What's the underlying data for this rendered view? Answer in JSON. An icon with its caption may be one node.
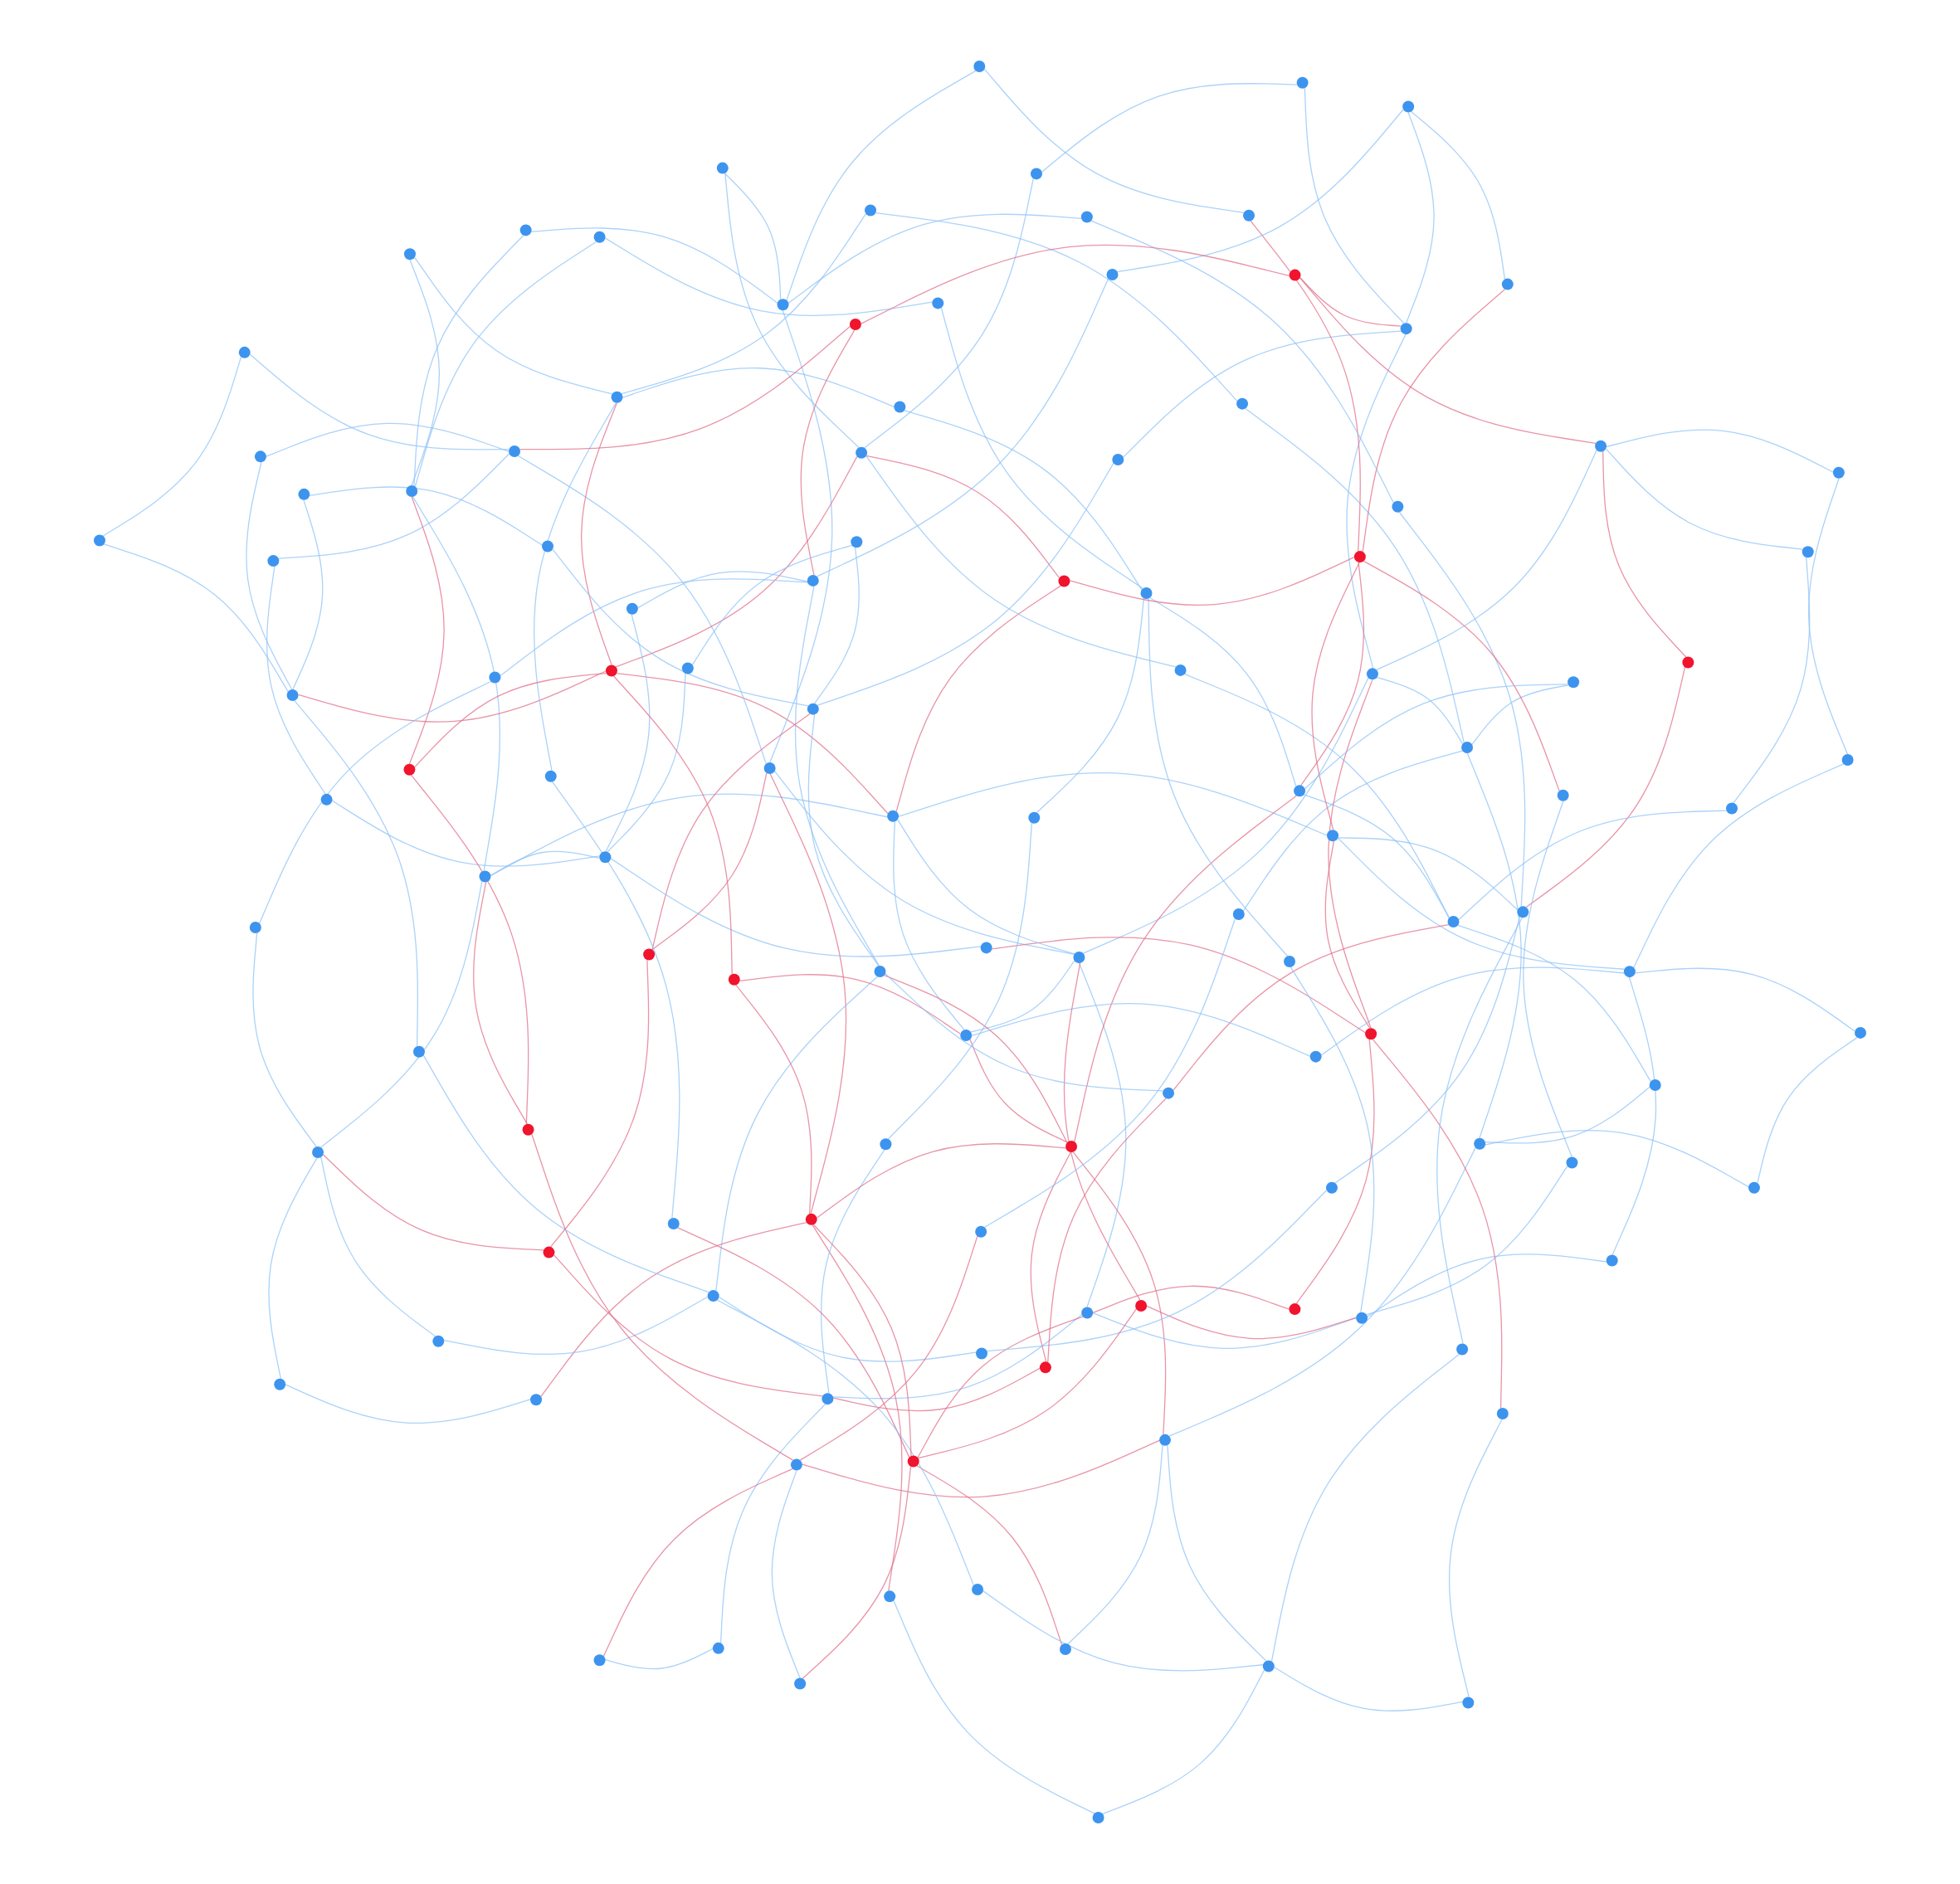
{
  "diagram": {
    "nodes": [
      {
        "text": [],
        "shape": "circle"
      },
      {
        "text": [],
        "shape": "circle"
      },
      {
        "text": [],
        "shape": "circle"
      },
      {
        "text": [],
        "shape": "circle"
      },
      {
        "text": [],
        "shape": "circle"
      },
      {
        "text": [],
        "shape": "circle"
      },
      {
        "text": [],
        "shape": "circle"
      },
      {
        "text": [],
        "shape": "circle"
      },
      {
        "text": [],
        "shape": "circle"
      },
      {
        "text": [],
        "shape": "circle"
      },
      {
        "text": [],
        "shape": "circle"
      },
      {
        "text": [],
        "shape": "circle"
      },
      {
        "text": [],
        "shape": "circle"
      },
      {
        "text": [],
        "shape": "circle"
      },
      {
        "text": [],
        "shape": "circle"
      },
      {
        "text": [],
        "shape": "circle"
      },
      {
        "text": [],
        "shape": "circle"
      },
      {
        "text": [],
        "shape": "circle"
      },
      {
        "text": [],
        "shape": "circle"
      },
      {
        "text": [],
        "shape": "circle"
      },
      {
        "text": [],
        "shape": "circle"
      },
      {
        "text": [],
        "shape": "circle"
      },
      {
        "text": [],
        "shape": "circle"
      },
      {
        "text": [],
        "shape": "circle"
      },
      {
        "text": [],
        "shape": "circle"
      },
      {
        "text": [],
        "shape": "circle"
      },
      {
        "text": [],
        "shape": "circle"
      },
      {
        "text": [],
        "shape": "circle"
      },
      {
        "text": [],
        "shape": "circle"
      },
      {
        "text": [],
        "shape": "circle"
      },
      {
        "text": [],
        "shape": "circle"
      },
      {
        "text": [],
        "shape": "circle"
      },
      {
        "text": [],
        "shape": "circle"
      },
      {
        "text": [],
        "shape": "circle"
      },
      {
        "text": [],
        "shape": "circle"
      },
      {
        "text": [],
        "shape": "circle"
      },
      {
        "text": [],
        "shape": "circle"
      },
      {
        "text": [],
        "shape": "circle"
      },
      {
        "text": [],
        "shape": "circle"
      },
      {
        "text": [],
        "shape": "circle"
      },
      {
        "text": [],
        "shape": "circle"
      },
      {
        "text": [],
        "shape": "circle"
      },
      {
        "text": [],
        "shape": "circle"
      },
      {
        "text": [],
        "shape": "circle"
      },
      {
        "text": [],
        "shape": "circle"
      },
      {
        "text": [],
        "shape": "circle"
      },
      {
        "text": [],
        "shape": "circle"
      },
      {
        "text": [],
        "shape": "circle"
      },
      {
        "text": [],
        "shape": "circle"
      },
      {
        "text": [],
        "shape": "circle"
      },
      {
        "text": [],
        "shape": "circle"
      },
      {
        "text": [],
        "shape": "circle"
      },
      {
        "text": [],
        "shape": "circle"
      },
      {
        "text": [],
        "shape": "circle"
      },
      {
        "text": [],
        "shape": "circle"
      },
      {
        "text": [],
        "shape": "circle"
      },
      {
        "text": [],
        "shape": "circle"
      },
      {
        "text": [],
        "shape": "circle"
      },
      {
        "text": [],
        "shape": "circle"
      },
      {
        "text": [],
        "shape": "circle"
      },
      {
        "text": [],
        "shape": "circle"
      },
      {
        "text": [],
        "shape": "circle"
      },
      {
        "text": [],
        "shape": "circle"
      },
      {
        "text": [],
        "shape": "circle"
      },
      {
        "text": [],
        "shape": "circle"
      },
      {
        "text": [],
        "shape": "circle"
      },
      {
        "text": [],
        "shape": "circle"
      },
      {
        "text": [],
        "shape": "circle"
      },
      {
        "text": [],
        "shape": "circle"
      },
      {
        "text": [],
        "shape": "circle"
      },
      {
        "text": [],
        "shape": "circle"
      },
      {
        "text": [],
        "shape": "circle"
      },
      {
        "text": [],
        "shape": "circle"
      },
      {
        "text": [],
        "shape": "circle"
      },
      {
        "text": [],
        "shape": "circle"
      },
      {
        "text": [],
        "shape": "circle"
      },
      {
        "text": [],
        "shape": "circle"
      },
      {
        "text": [],
        "shape": "circle"
      },
      {
        "text": [],
        "shape": "circle"
      },
      {
        "text": [],
        "shape": "circle"
      },
      {
        "text": [],
        "shape": "circle"
      },
      {
        "text": [],
        "shape": "circle"
      },
      {
        "text": [],
        "shape": "circle"
      },
      {
        "text": [],
        "shape": "circle"
      },
      {
        "text": [],
        "shape": "circle"
      },
      {
        "text": [],
        "shape": "circle"
      },
      {
        "text": [],
        "shape": "circle"
      },
      {
        "text": [],
        "shape": "circle"
      },
      {
        "text": [],
        "shape": "circle"
      },
      {
        "text": [],
        "shape": "circle"
      },
      {
        "text": [],
        "shape": "circle"
      },
      {
        "text": [],
        "shape": "circle"
      },
      {
        "text": [],
        "shape": "circle"
      },
      {
        "text": [],
        "shape": "circle"
      },
      {
        "text": [],
        "shape": "circle"
      },
      {
        "text": [],
        "shape": "circle"
      },
      {
        "text": [],
        "shape": "circle"
      },
      {
        "text": [],
        "shape": "circle"
      },
      {
        "text": [],
        "shape": "circle"
      },
      {
        "text": [],
        "shape": "circle"
      },
      {
        "text": [],
        "shape": "circle"
      },
      {
        "text": [],
        "shape": "circle"
      },
      {
        "text": [],
        "shape": "circle"
      },
      {
        "text": [],
        "shape": "circle"
      },
      {
        "text": [],
        "shape": "circle"
      },
      {
        "text": [],
        "shape": "circle"
      },
      {
        "text": [],
        "shape": "circle"
      },
      {
        "text": [],
        "shape": "circle"
      },
      {
        "text": [],
        "shape": "circle"
      },
      {
        "text": [],
        "shape": "circle"
      },
      {
        "text": [],
        "shape": "circle"
      },
      {
        "text": [],
        "shape": "circle"
      },
      {
        "text": [],
        "shape": "circle"
      },
      {
        "text": [],
        "shape": "circle"
      },
      {
        "text": [],
        "shape": "circle"
      },
      {
        "text": [],
        "shape": "circle"
      },
      {
        "text": [],
        "shape": "circle"
      },
      {
        "text": [],
        "shape": "circle"
      },
      {
        "text": [],
        "shape": "circle"
      },
      {
        "text": [],
        "shape": "circle"
      }
    ],
    "edges": [
      {
        "from": 1,
        "to": 0,
        "arrow": "none"
      },
      {
        "from": 2,
        "to": 0,
        "arrow": "none"
      },
      {
        "from": 3,
        "to": 0,
        "arrow": "none",
        "color": "#e0708a"
      },
      {
        "from": 4,
        "to": 1,
        "arrow": "none"
      },
      {
        "from": 5,
        "to": 1,
        "arrow": "none"
      },
      {
        "from": 6,
        "to": 1,
        "arrow": "none"
      },
      {
        "from": 7,
        "to": 2,
        "arrow": "none"
      },
      {
        "from": 8,
        "to": 2,
        "arrow": "none"
      },
      {
        "from": 9,
        "to": 2,
        "arrow": "none",
        "color": "#e0708a"
      },
      {
        "from": 10,
        "to": 3,
        "arrow": "none",
        "color": "#e0708a"
      },
      {
        "from": 11,
        "to": 3,
        "arrow": "none",
        "color": "#e0708a"
      },
      {
        "from": 12,
        "to": 3,
        "arrow": "none",
        "color": "#e0708a"
      },
      {
        "from": 13,
        "to": 4,
        "arrow": "none"
      },
      {
        "from": 14,
        "to": 4,
        "arrow": "none",
        "color": "#e0708a"
      },
      {
        "from": 15,
        "to": 4,
        "arrow": "none"
      },
      {
        "from": 16,
        "to": 5,
        "arrow": "none"
      },
      {
        "from": 17,
        "to": 5,
        "arrow": "none"
      },
      {
        "from": 18,
        "to": 5,
        "arrow": "none"
      },
      {
        "from": 19,
        "to": 6,
        "arrow": "none"
      },
      {
        "from": 20,
        "to": 6,
        "arrow": "none"
      },
      {
        "from": 21,
        "to": 6,
        "arrow": "none",
        "color": "#e0708a"
      },
      {
        "from": 22,
        "to": 7,
        "arrow": "none"
      },
      {
        "from": 23,
        "to": 7,
        "arrow": "none"
      },
      {
        "from": 24,
        "to": 7,
        "arrow": "none"
      },
      {
        "from": 25,
        "to": 8,
        "arrow": "none"
      },
      {
        "from": 26,
        "to": 8,
        "arrow": "none"
      },
      {
        "from": 27,
        "to": 8,
        "arrow": "none",
        "color": "#e0708a"
      },
      {
        "from": 28,
        "to": 9,
        "arrow": "none",
        "color": "#e0708a"
      },
      {
        "from": 29,
        "to": 9,
        "arrow": "none",
        "color": "#e0708a"
      },
      {
        "from": 30,
        "to": 9,
        "arrow": "none",
        "color": "#e0708a"
      },
      {
        "from": 31,
        "to": 10,
        "arrow": "none"
      },
      {
        "from": 32,
        "to": 10,
        "arrow": "none"
      },
      {
        "from": 33,
        "to": 10,
        "arrow": "none",
        "color": "#e0708a"
      },
      {
        "from": 34,
        "to": 11,
        "arrow": "none"
      },
      {
        "from": 35,
        "to": 11,
        "arrow": "none"
      },
      {
        "from": 36,
        "to": 11,
        "arrow": "none"
      },
      {
        "from": 37,
        "to": 12,
        "arrow": "none"
      },
      {
        "from": 38,
        "to": 12,
        "arrow": "none",
        "color": "#e0708a"
      },
      {
        "from": 39,
        "to": 12,
        "arrow": "none"
      },
      {
        "from": 40,
        "to": 13,
        "arrow": "none"
      },
      {
        "from": 41,
        "to": 13,
        "arrow": "none"
      },
      {
        "from": 42,
        "to": 13,
        "arrow": "none"
      },
      {
        "from": 43,
        "to": 14,
        "arrow": "none",
        "color": "#e0708a"
      },
      {
        "from": 44,
        "to": 14,
        "arrow": "none",
        "color": "#e0708a"
      },
      {
        "from": 45,
        "to": 14,
        "arrow": "none",
        "color": "#e0708a"
      },
      {
        "from": 46,
        "to": 15,
        "arrow": "none"
      },
      {
        "from": 47,
        "to": 15,
        "arrow": "none"
      },
      {
        "from": 48,
        "to": 15,
        "arrow": "none"
      },
      {
        "from": 49,
        "to": 16,
        "arrow": "none"
      },
      {
        "from": 50,
        "to": 16,
        "arrow": "none"
      },
      {
        "from": 51,
        "to": 16,
        "arrow": "none"
      },
      {
        "from": 52,
        "to": 17,
        "arrow": "none",
        "color": "#e0708a"
      },
      {
        "from": 53,
        "to": 17,
        "arrow": "none"
      },
      {
        "from": 54,
        "to": 17,
        "arrow": "none"
      },
      {
        "from": 55,
        "to": 18,
        "arrow": "none"
      },
      {
        "from": 56,
        "to": 18,
        "arrow": "none"
      },
      {
        "from": 57,
        "to": 18,
        "arrow": "none"
      },
      {
        "from": 58,
        "to": 19,
        "arrow": "none",
        "color": "#e0708a"
      },
      {
        "from": 59,
        "to": 19,
        "arrow": "none"
      },
      {
        "from": 60,
        "to": 19,
        "arrow": "none"
      },
      {
        "from": 61,
        "to": 20,
        "arrow": "none",
        "color": "#e0708a"
      },
      {
        "from": 62,
        "to": 20,
        "arrow": "none"
      },
      {
        "from": 63,
        "to": 20,
        "arrow": "none"
      },
      {
        "from": 64,
        "to": 21,
        "arrow": "none",
        "color": "#e0708a"
      },
      {
        "from": 65,
        "to": 21,
        "arrow": "none",
        "color": "#e0708a"
      },
      {
        "from": 66,
        "to": 21,
        "arrow": "none",
        "color": "#e0708a"
      },
      {
        "from": 67,
        "to": 22,
        "arrow": "none",
        "color": "#e0708a"
      },
      {
        "from": 68,
        "to": 22,
        "arrow": "none"
      },
      {
        "from": 69,
        "to": 22,
        "arrow": "none"
      },
      {
        "from": 70,
        "to": 23,
        "arrow": "none"
      },
      {
        "from": 71,
        "to": 23,
        "arrow": "none"
      },
      {
        "from": 72,
        "to": 23,
        "arrow": "none",
        "color": "#e0708a"
      },
      {
        "from": 73,
        "to": 24,
        "arrow": "none"
      },
      {
        "from": 74,
        "to": 24,
        "arrow": "none"
      },
      {
        "from": 75,
        "to": 24,
        "arrow": "none"
      },
      {
        "from": 76,
        "to": 25,
        "arrow": "none"
      },
      {
        "from": 77,
        "to": 25,
        "arrow": "none"
      },
      {
        "from": 78,
        "to": 25,
        "arrow": "none"
      },
      {
        "from": 79,
        "to": 26,
        "arrow": "none",
        "color": "#e0708a"
      },
      {
        "from": 80,
        "to": 26,
        "arrow": "none"
      },
      {
        "from": 81,
        "to": 26,
        "arrow": "none"
      },
      {
        "from": 82,
        "to": 27,
        "arrow": "none",
        "color": "#e0708a"
      },
      {
        "from": 83,
        "to": 27,
        "arrow": "none",
        "color": "#e0708a"
      },
      {
        "from": 84,
        "to": 27,
        "arrow": "none",
        "color": "#e0708a"
      },
      {
        "from": 85,
        "to": 28,
        "arrow": "none"
      },
      {
        "from": 86,
        "to": 28,
        "arrow": "none"
      },
      {
        "from": 87,
        "to": 28,
        "arrow": "none"
      },
      {
        "from": 88,
        "to": 29,
        "arrow": "none"
      },
      {
        "from": 89,
        "to": 29,
        "arrow": "none"
      },
      {
        "from": 90,
        "to": 29,
        "arrow": "none",
        "color": "#e0708a"
      },
      {
        "from": 91,
        "to": 30,
        "arrow": "none"
      },
      {
        "from": 92,
        "to": 30,
        "arrow": "none"
      },
      {
        "from": 93,
        "to": 30,
        "arrow": "none"
      },
      {
        "from": 94,
        "to": 31,
        "arrow": "none"
      },
      {
        "from": 95,
        "to": 31,
        "arrow": "none"
      },
      {
        "from": 96,
        "to": 31,
        "arrow": "none"
      },
      {
        "from": 97,
        "to": 32,
        "arrow": "none",
        "color": "#e0708a"
      },
      {
        "from": 98,
        "to": 32,
        "arrow": "none"
      },
      {
        "from": 99,
        "to": 32,
        "arrow": "none"
      },
      {
        "from": 100,
        "to": 33,
        "arrow": "none",
        "color": "#e0708a"
      },
      {
        "from": 101,
        "to": 33,
        "arrow": "none",
        "color": "#e0708a"
      },
      {
        "from": 102,
        "to": 33,
        "arrow": "none",
        "color": "#e0708a"
      },
      {
        "from": 103,
        "to": 34,
        "arrow": "none",
        "color": "#e0708a"
      },
      {
        "from": 104,
        "to": 34,
        "arrow": "none"
      },
      {
        "from": 105,
        "to": 34,
        "arrow": "none"
      },
      {
        "from": 106,
        "to": 35,
        "arrow": "none"
      },
      {
        "from": 107,
        "to": 35,
        "arrow": "none"
      },
      {
        "from": 108,
        "to": 35,
        "arrow": "none"
      },
      {
        "from": 109,
        "to": 36,
        "arrow": "none"
      },
      {
        "from": 110,
        "to": 36,
        "arrow": "none",
        "color": "#e0708a"
      },
      {
        "from": 111,
        "to": 36,
        "arrow": "none"
      },
      {
        "from": 112,
        "to": 37,
        "arrow": "none"
      },
      {
        "from": 113,
        "to": 37,
        "arrow": "none"
      },
      {
        "from": 114,
        "to": 37,
        "arrow": "none"
      },
      {
        "from": 115,
        "to": 38,
        "arrow": "none",
        "color": "#e0708a"
      },
      {
        "from": 116,
        "to": 38,
        "arrow": "none",
        "color": "#e0708a"
      },
      {
        "from": 117,
        "to": 38,
        "arrow": "none",
        "color": "#e0708a"
      },
      {
        "from": 118,
        "to": 39,
        "arrow": "none"
      },
      {
        "from": 119,
        "to": 39,
        "arrow": "none"
      },
      {
        "from": 0,
        "to": 45,
        "arrow": "none",
        "color": "#e0708a"
      },
      {
        "from": 0,
        "to": 77,
        "arrow": "none"
      },
      {
        "from": 1,
        "to": 58,
        "arrow": "none",
        "color": "#e0708a"
      },
      {
        "from": 2,
        "to": 90,
        "arrow": "none",
        "color": "#e0708a"
      },
      {
        "from": 3,
        "to": 61,
        "arrow": "none",
        "color": "#e0708a"
      },
      {
        "from": 4,
        "to": 103,
        "arrow": "none",
        "color": "#e0708a"
      },
      {
        "from": 5,
        "to": 27,
        "arrow": "none",
        "color": "#e0708a"
      },
      {
        "from": 6,
        "to": 84,
        "arrow": "none",
        "color": "#e0708a"
      },
      {
        "from": 7,
        "to": 116,
        "arrow": "none",
        "color": "#e0708a"
      },
      {
        "from": 8,
        "to": 33,
        "arrow": "none",
        "color": "#e0708a"
      },
      {
        "from": 9,
        "to": 72,
        "arrow": "none",
        "color": "#e0708a"
      },
      {
        "from": 10,
        "to": 50,
        "arrow": "none"
      },
      {
        "from": 11,
        "to": 97,
        "arrow": "none"
      },
      {
        "from": 12,
        "to": 66,
        "arrow": "none"
      },
      {
        "from": 13,
        "to": 88,
        "arrow": "none"
      },
      {
        "from": 14,
        "to": 21,
        "arrow": "none",
        "color": "#e0708a"
      },
      {
        "from": 15,
        "to": 110,
        "arrow": "none",
        "color": "#e0708a"
      },
      {
        "from": 16,
        "to": 39,
        "arrow": "none"
      },
      {
        "from": 17,
        "to": 79,
        "arrow": "none",
        "color": "#e0708a"
      },
      {
        "from": 18,
        "to": 52,
        "arrow": "none",
        "color": "#e0708a"
      },
      {
        "from": 19,
        "to": 95,
        "arrow": "none"
      },
      {
        "from": 20,
        "to": 67,
        "arrow": "none",
        "color": "#e0708a"
      },
      {
        "from": 22,
        "to": 106,
        "arrow": "none"
      },
      {
        "from": 23,
        "to": 41,
        "arrow": "none"
      },
      {
        "from": 24,
        "to": 83,
        "arrow": "none"
      },
      {
        "from": 25,
        "to": 60,
        "arrow": "none"
      },
      {
        "from": 26,
        "to": 114,
        "arrow": "none"
      },
      {
        "from": 28,
        "to": 71,
        "arrow": "none"
      },
      {
        "from": 29,
        "to": 99,
        "arrow": "none"
      },
      {
        "from": 30,
        "to": 47,
        "arrow": "none"
      },
      {
        "from": 31,
        "to": 86,
        "arrow": "none"
      },
      {
        "from": 32,
        "to": 119,
        "arrow": "none"
      },
      {
        "from": 34,
        "to": 57,
        "arrow": "none"
      },
      {
        "from": 35,
        "to": 92,
        "arrow": "none"
      },
      {
        "from": 36,
        "to": 75,
        "arrow": "none"
      },
      {
        "from": 37,
        "to": 108,
        "arrow": "none"
      },
      {
        "from": 38,
        "to": 64,
        "arrow": "none"
      },
      {
        "from": 40,
        "to": 81,
        "arrow": "none"
      },
      {
        "from": 42,
        "to": 101,
        "arrow": "none"
      },
      {
        "from": 43,
        "to": 69,
        "arrow": "none"
      },
      {
        "from": 44,
        "to": 112,
        "arrow": "none"
      },
      {
        "from": 46,
        "to": 93,
        "arrow": "none"
      },
      {
        "from": 48,
        "to": 74,
        "arrow": "none"
      },
      {
        "from": 49,
        "to": 117,
        "arrow": "none"
      },
      {
        "from": 51,
        "to": 85,
        "arrow": "none"
      },
      {
        "from": 53,
        "to": 98,
        "arrow": "none"
      },
      {
        "from": 54,
        "to": 78,
        "arrow": "none"
      },
      {
        "from": 55,
        "to": 109,
        "arrow": "none"
      },
      {
        "from": 56,
        "to": 89,
        "arrow": "none"
      },
      {
        "from": 59,
        "to": 102,
        "arrow": "none"
      },
      {
        "from": 62,
        "to": 94,
        "arrow": "none"
      },
      {
        "from": 63,
        "to": 115,
        "arrow": "none"
      },
      {
        "from": 65,
        "to": 87,
        "arrow": "none"
      },
      {
        "from": 68,
        "to": 111,
        "arrow": "none"
      },
      {
        "from": 70,
        "to": 96,
        "arrow": "none"
      },
      {
        "from": 73,
        "to": 105,
        "arrow": "none"
      },
      {
        "from": 76,
        "to": 118,
        "arrow": "none"
      },
      {
        "from": 80,
        "to": 107,
        "arrow": "none"
      },
      {
        "from": 82,
        "to": 113,
        "arrow": "none"
      },
      {
        "from": 91,
        "to": 104,
        "arrow": "none"
      },
      {
        "from": 100,
        "to": 55,
        "arrow": "none"
      },
      {
        "from": 1,
        "to": 2,
        "arrow": "none"
      },
      {
        "from": 3,
        "to": 14,
        "arrow": "none",
        "color": "#e0708a"
      },
      {
        "from": 9,
        "to": 45,
        "arrow": "none",
        "color": "#e0708a"
      },
      {
        "from": 21,
        "to": 58,
        "arrow": "none",
        "color": "#e0708a"
      },
      {
        "from": 33,
        "to": 90,
        "arrow": "none",
        "color": "#e0708a"
      },
      {
        "from": 52,
        "to": 110,
        "arrow": "none",
        "color": "#e0708a"
      },
      {
        "from": 61,
        "to": 97,
        "arrow": "none",
        "color": "#e0708a"
      },
      {
        "from": 67,
        "to": 103,
        "arrow": "none",
        "color": "#e0708a"
      },
      {
        "from": 72,
        "to": 116,
        "arrow": "none",
        "color": "#e0708a"
      }
    ]
  }
}
